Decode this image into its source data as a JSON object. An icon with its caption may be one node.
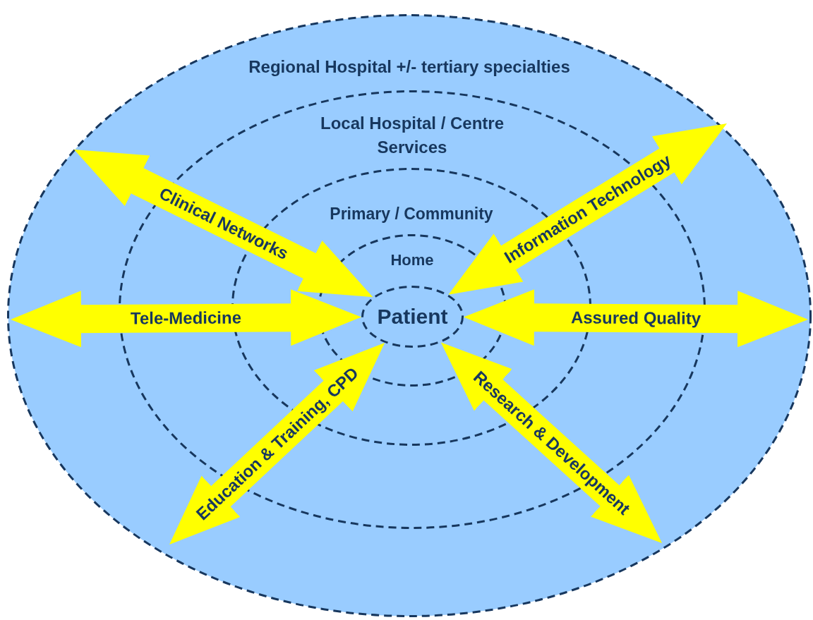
{
  "diagram": {
    "nodes": [
      {
        "text": [
          "Regional Hospital +/- tertiary specialties"
        ]
      },
      {
        "text": [
          "Local Hospital / Centre Services"
        ],
        "in": 0
      },
      {
        "text": [
          "Primary / Community"
        ],
        "in": 1
      },
      {
        "text": [
          "Home"
        ],
        "in": 2
      },
      {
        "text": [
          "Patient"
        ],
        "in": 3
      }
    ],
    "edges": [
      {
        "from": null,
        "to": 4,
        "arrow": "both",
        "label": "Clinical Networks"
      },
      {
        "from": null,
        "to": 4,
        "arrow": "both",
        "label": "Information Technology"
      },
      {
        "from": null,
        "to": 4,
        "arrow": "both",
        "label": "Tele-Medicine"
      },
      {
        "from": null,
        "to": 4,
        "arrow": "both",
        "label": "Assured Quality"
      },
      {
        "from": null,
        "to": 4,
        "arrow": "both",
        "label": "Education & Training, CPD"
      },
      {
        "from": null,
        "to": 4,
        "arrow": "both",
        "label": "Research & Development"
      }
    ]
  }
}
